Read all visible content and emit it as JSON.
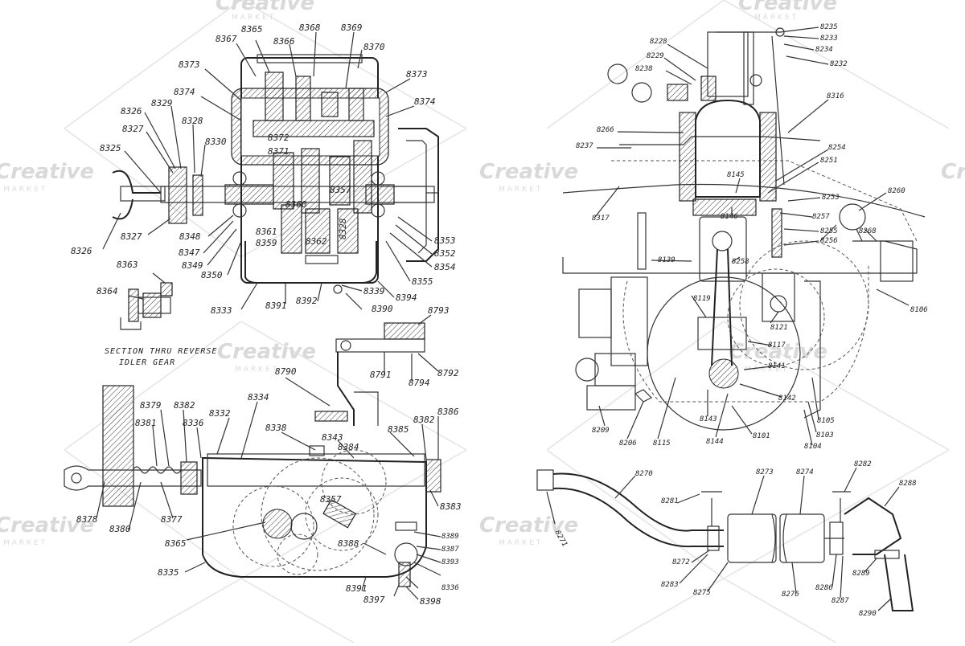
{
  "watermark": {
    "brand": "Creative",
    "sub": "MARKET"
  },
  "gearbox_top": {
    "labels": [
      "8365",
      "8366",
      "8368",
      "8369",
      "8367",
      "8370",
      "8373",
      "8374",
      "8373",
      "8374",
      "8326",
      "8329",
      "8328",
      "8327",
      "8325",
      "8330",
      "8372",
      "8371",
      "8357",
      "8360",
      "8361",
      "8359",
      "8362",
      "8328",
      "8353",
      "8352",
      "8354",
      "8355",
      "8348",
      "8347",
      "8349",
      "8350",
      "8327",
      "8326",
      "8339",
      "8394",
      "8333",
      "8391",
      "8392",
      "8390"
    ]
  },
  "idler": {
    "labels": [
      "8363",
      "8364"
    ],
    "caption_line1": "SECTION THRU REVERSE",
    "caption_line2": "IDLER GEAR"
  },
  "pedal": {
    "labels": [
      "8793",
      "8790",
      "8791",
      "8794",
      "8792"
    ]
  },
  "gearbox_bottom": {
    "labels": [
      "8334",
      "8379",
      "8382",
      "8381",
      "8336",
      "8332",
      "8338",
      "8343",
      "8385",
      "8382",
      "8386",
      "8384",
      "8357",
      "8378",
      "8380",
      "8377",
      "8365",
      "8383",
      "8388",
      "8389",
      "8387",
      "8393",
      "8335",
      "8391",
      "8336",
      "8397",
      "8398"
    ]
  },
  "engine": {
    "labels": [
      "8235",
      "8233",
      "8234",
      "8232",
      "8228",
      "8229",
      "8238",
      "8316",
      "8266",
      "8237",
      "8254",
      "8251",
      "8145",
      "8260",
      "8253",
      "8146",
      "8257",
      "8255",
      "8256",
      "8268",
      "8317",
      "8139",
      "8258",
      "8119",
      "8121",
      "8106",
      "8117",
      "8141",
      "8142",
      "8209",
      "8206",
      "8115",
      "8143",
      "8144",
      "8101",
      "8104",
      "8103",
      "8105"
    ]
  },
  "exhaust": {
    "labels": [
      "8270",
      "8273",
      "8274",
      "8282",
      "8288",
      "8281",
      "8271",
      "8272",
      "8283",
      "8275",
      "8276",
      "8286",
      "8287",
      "8289",
      "8290"
    ]
  }
}
